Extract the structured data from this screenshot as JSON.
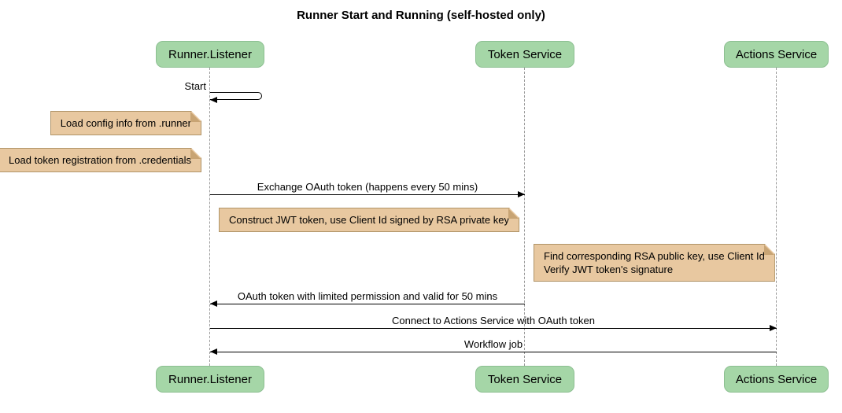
{
  "title": "Runner Start and Running (self-hosted only)",
  "participants": [
    {
      "name": "Runner.Listener"
    },
    {
      "name": "Token Service"
    },
    {
      "name": "Actions Service"
    }
  ],
  "messages": [
    {
      "label": "Start",
      "type": "self",
      "from": "Runner.Listener",
      "to": "Runner.Listener"
    },
    {
      "label": "Exchange OAuth token (happens every 50 mins)",
      "type": "solid",
      "from": "Runner.Listener",
      "to": "Token Service"
    },
    {
      "label": "OAuth token with limited permission and valid for 50 mins",
      "type": "solid",
      "from": "Token Service",
      "to": "Runner.Listener"
    },
    {
      "label": "Connect to Actions Service with OAuth token",
      "type": "solid",
      "from": "Runner.Listener",
      "to": "Actions Service"
    },
    {
      "label": "Workflow job",
      "type": "solid",
      "from": "Actions Service",
      "to": "Runner.Listener"
    }
  ],
  "notes": [
    {
      "lines": [
        "Load config info from .runner"
      ]
    },
    {
      "lines": [
        "Load token registration from .credentials"
      ]
    },
    {
      "lines": [
        "Construct JWT token, use Client Id signed by RSA private key"
      ]
    },
    {
      "lines": [
        "Find corresponding RSA public key, use Client Id",
        "Verify JWT token's signature"
      ]
    }
  ],
  "colors": {
    "background": "#ffffff",
    "participant_fill": "#a5d6a7",
    "participant_border": "#8cbf91",
    "note_fill": "#e8c8a0",
    "note_border": "#b09468",
    "note_fold": "#c8a474",
    "lifeline": "#999999",
    "arrow": "#000000"
  }
}
